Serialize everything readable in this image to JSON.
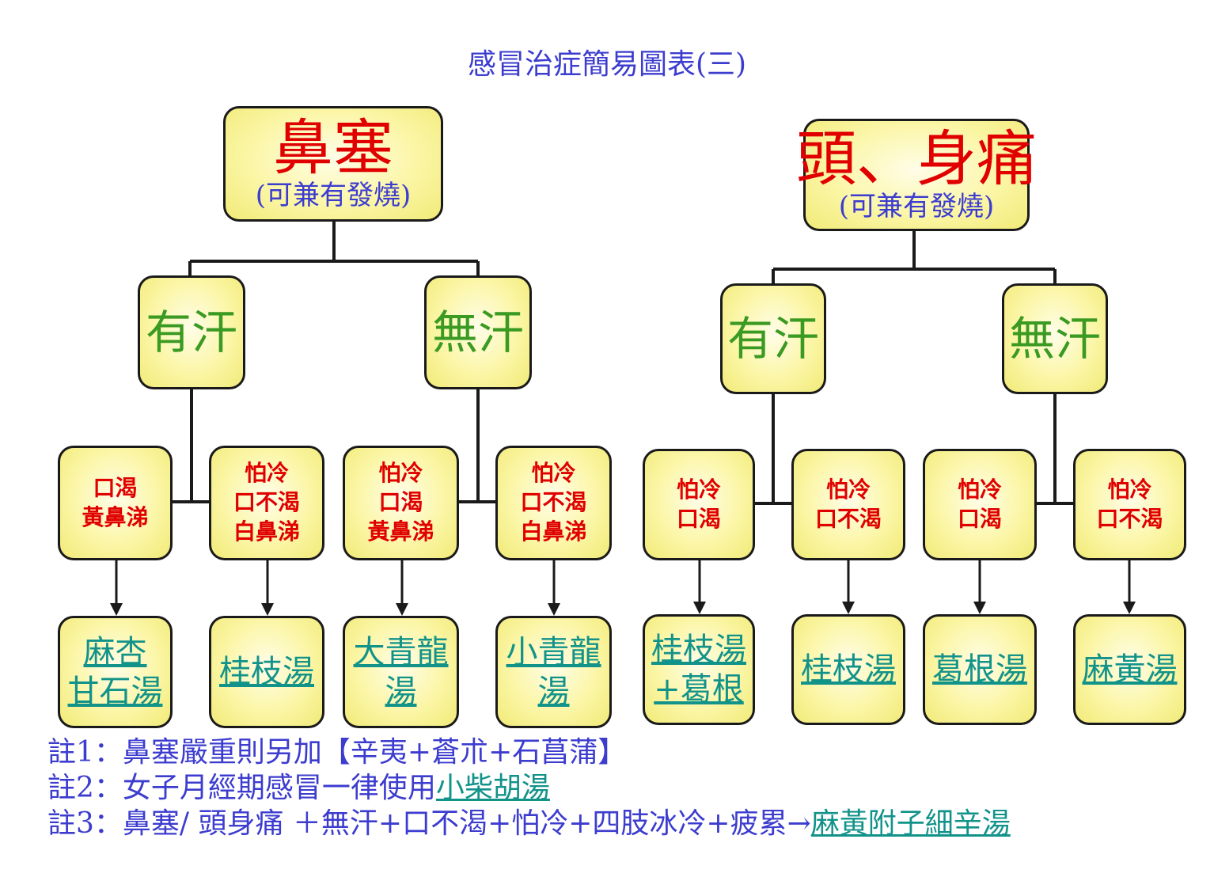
{
  "title": "感冒治症簡易圖表(三)",
  "left": {
    "root_main": "鼻塞",
    "root_sub": "(可兼有發燒)",
    "sweat_yes": "有汗",
    "sweat_no": "無汗",
    "conds": [
      [
        "口渴",
        "黃鼻涕"
      ],
      [
        "怕冷",
        "口不渴",
        "白鼻涕"
      ],
      [
        "怕冷",
        "口渴",
        "黃鼻涕"
      ],
      [
        "怕冷",
        "口不渴",
        "白鼻涕"
      ]
    ],
    "remedies": [
      [
        "麻杏",
        "甘石湯"
      ],
      [
        "桂枝湯"
      ],
      [
        "大青龍",
        "湯"
      ],
      [
        "小青龍",
        "湯"
      ]
    ]
  },
  "right": {
    "root_main": "頭、身痛",
    "root_sub": "(可兼有發燒)",
    "sweat_yes": "有汗",
    "sweat_no": "無汗",
    "conds": [
      [
        "怕冷",
        "口渴"
      ],
      [
        "怕冷",
        "口不渴"
      ],
      [
        "怕冷",
        "口渴"
      ],
      [
        "怕冷",
        "口不渴"
      ]
    ],
    "remedies": [
      [
        "桂枝湯",
        "+葛根"
      ],
      [
        "桂枝湯"
      ],
      [
        "葛根湯"
      ],
      [
        "麻黃湯"
      ]
    ]
  },
  "notes": {
    "note1": "註1：鼻塞嚴重則另加【辛夷+蒼朮+石菖蒲】",
    "note2_text": "註2：女子月經期感冒一律使用",
    "note2_link": "小柴胡湯",
    "note3_text": "註3：鼻塞/ 頭身痛 ＋無汗+口不渴+怕冷+四肢冰冷+疲累→",
    "note3_link": "麻黃附子細辛湯"
  }
}
